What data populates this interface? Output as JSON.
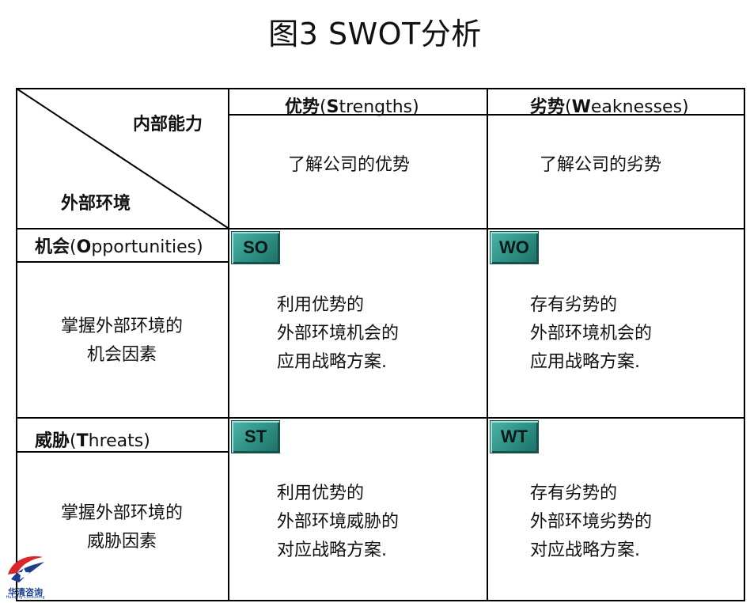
{
  "title": "图3  SWOT分析",
  "corner": {
    "internal": "内部能力",
    "external": "外部环境"
  },
  "columns": {
    "strengths": {
      "bold": "优势",
      "paren_open": "(",
      "initial": "S",
      "rest": "trengths)",
      "desc": "了解公司的优势"
    },
    "weaknesses": {
      "bold": "劣势",
      "paren_open": "(",
      "initial": "W",
      "rest": "eaknesses)",
      "desc": "了解公司的劣势"
    }
  },
  "rows": {
    "opportunities": {
      "bold": "机会",
      "paren_open": "(",
      "initial": "O",
      "rest": "pportunities)",
      "desc_line1": "掌握外部环境的",
      "desc_line2": "机会因素"
    },
    "threats": {
      "bold": "威胁",
      "paren_open": "(",
      "initial": "T",
      "rest": "hreats)",
      "desc_line1": "掌握外部环境的",
      "desc_line2": "威胁因素"
    }
  },
  "quadrants": {
    "so": {
      "badge": "SO",
      "lines": [
        "利用优势的",
        "外部环境机会的",
        "应用战略方案."
      ]
    },
    "wo": {
      "badge": "WO",
      "lines": [
        "存有劣势的",
        "外部环境机会的",
        "应用战略方案."
      ]
    },
    "st": {
      "badge": "ST",
      "lines": [
        "利用优势的",
        "外部环境威胁的",
        "对应战略方案."
      ]
    },
    "wt": {
      "badge": "WT",
      "lines": [
        "存有劣势的",
        "外部环境劣势的",
        "对应战略方案."
      ]
    }
  },
  "logo": {
    "name": "华清咨询",
    "subtitle": "Huaqing Consulting",
    "colors": {
      "red": "#d9262b",
      "blue": "#1a3f8f"
    }
  },
  "colors": {
    "badge": "#2b8c80",
    "line": "#000000"
  }
}
